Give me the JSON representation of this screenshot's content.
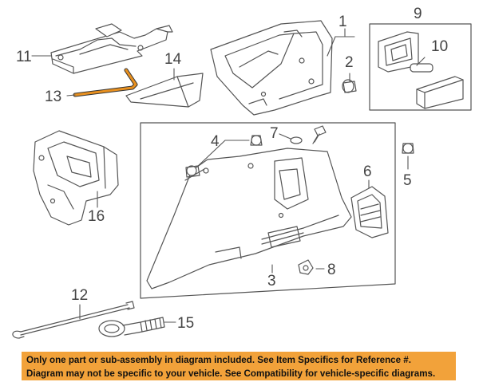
{
  "diagram": {
    "callouts": {
      "c1": "1",
      "c2": "2",
      "c3": "3",
      "c4": "4",
      "c5": "5",
      "c6": "6",
      "c7": "7",
      "c8": "8",
      "c9": "9",
      "c10": "10",
      "c11": "11",
      "c12": "12",
      "c13": "13",
      "c14": "14",
      "c15": "15",
      "c16": "16"
    },
    "highlight_color": "#e8901f"
  },
  "notice": {
    "line1": "Only one part or sub-assembly in diagram included. See Item Specifics for Reference #.",
    "line2": "Diagram may not be specific to your vehicle. See Compatibility for vehicle-specific diagrams.",
    "background": "#f2a23a"
  }
}
